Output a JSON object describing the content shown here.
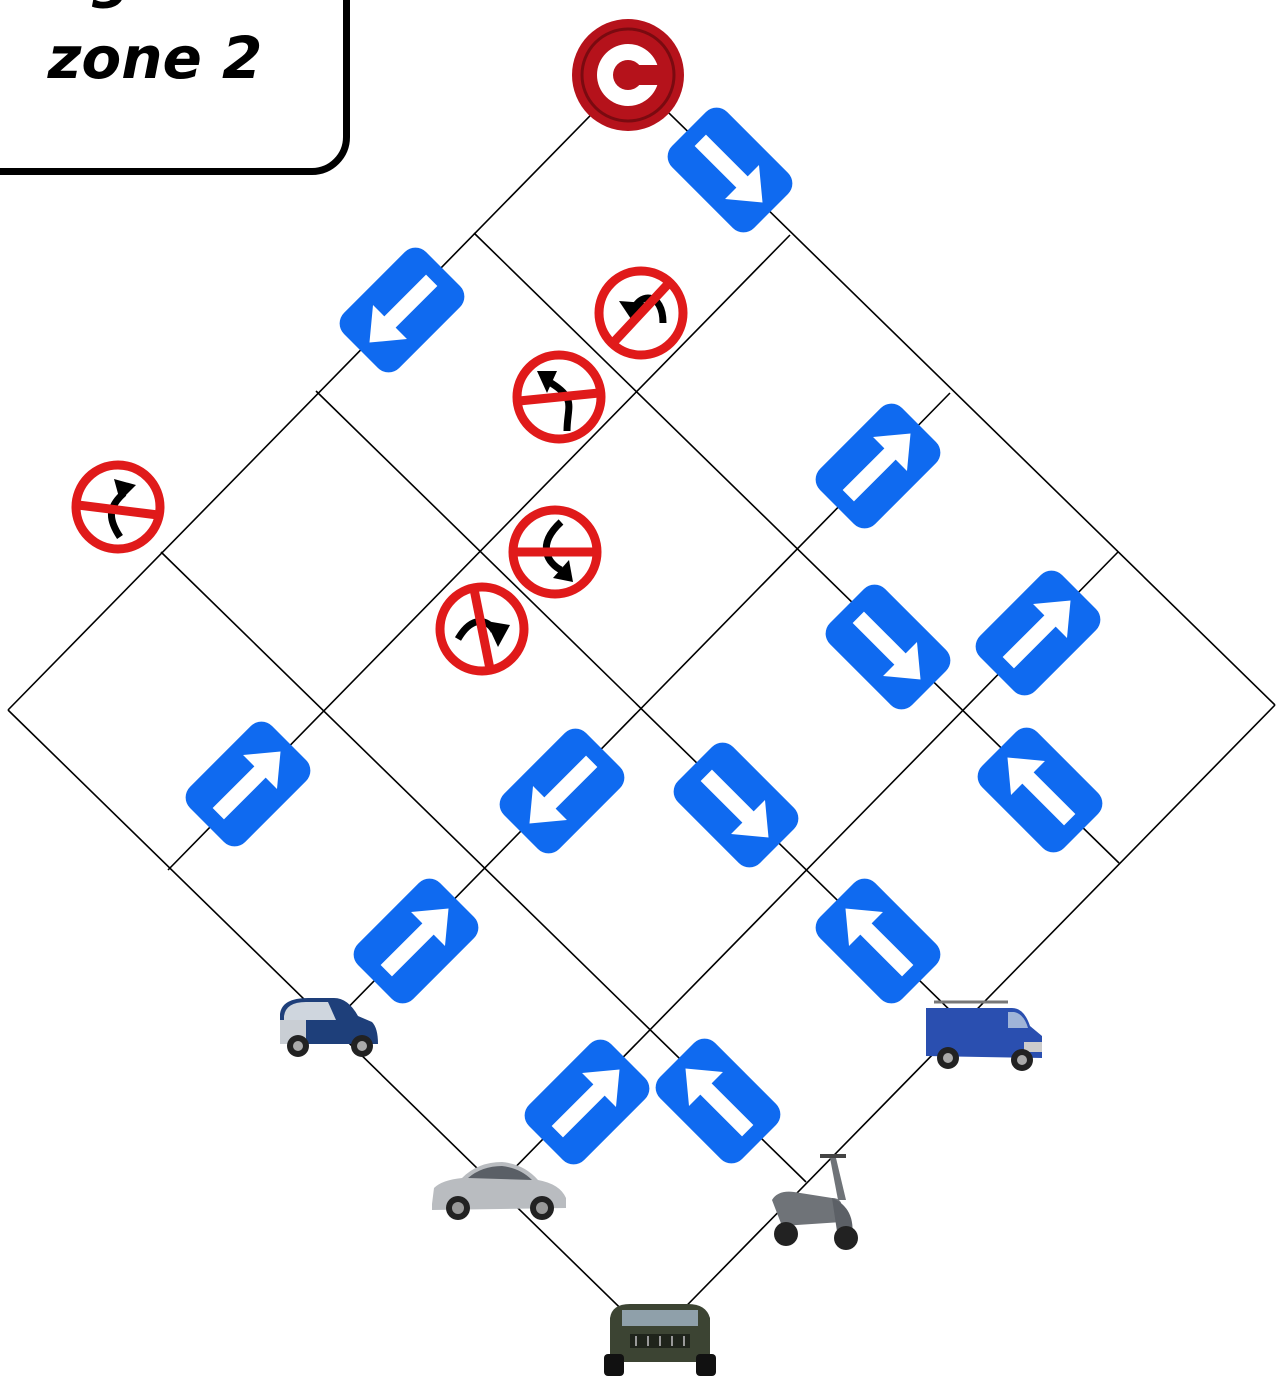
{
  "title": {
    "line1": "congestion",
    "line2": "zone 2"
  },
  "charge_sign": {
    "icon": "congestion-charge-c-icon",
    "letter": "C",
    "colors": {
      "ring": "#b5121b",
      "letter": "#ffffff"
    }
  },
  "road_grid": {
    "directions": "diamond lattice of one-way streets"
  },
  "one_way_signs": [
    {
      "icon": "one-way-arrow-icon",
      "direction": "down-right"
    },
    {
      "icon": "one-way-arrow-icon",
      "direction": "down-left"
    },
    {
      "icon": "one-way-arrow-icon",
      "direction": "up-right"
    },
    {
      "icon": "one-way-arrow-icon",
      "direction": "down-right"
    },
    {
      "icon": "one-way-arrow-icon",
      "direction": "up-right"
    },
    {
      "icon": "one-way-arrow-icon",
      "direction": "up-right"
    },
    {
      "icon": "one-way-arrow-icon",
      "direction": "down-left"
    },
    {
      "icon": "one-way-arrow-icon",
      "direction": "down-right"
    },
    {
      "icon": "one-way-arrow-icon",
      "direction": "up-left"
    },
    {
      "icon": "one-way-arrow-icon",
      "direction": "up-right"
    },
    {
      "icon": "one-way-arrow-icon",
      "direction": "up-left"
    },
    {
      "icon": "one-way-arrow-icon",
      "direction": "up-right"
    },
    {
      "icon": "one-way-arrow-icon",
      "direction": "up-left"
    }
  ],
  "no_turn_signs": [
    {
      "icon": "no-u-turn-icon"
    },
    {
      "icon": "no-left-turn-icon"
    },
    {
      "icon": "no-left-turn-icon"
    },
    {
      "icon": "no-turn-icon"
    },
    {
      "icon": "no-right-turn-icon"
    }
  ],
  "vehicles": [
    {
      "icon": "smart-car-icon",
      "color": "#1e3f7a"
    },
    {
      "icon": "van-icon",
      "color": "#2a4fb0"
    },
    {
      "icon": "sedan-car-icon",
      "color": "#b9bcc0"
    },
    {
      "icon": "scooter-icon",
      "color": "#6f7378"
    },
    {
      "icon": "suv-icon",
      "color": "#3c4433"
    }
  ],
  "colors": {
    "sign_blue": "#0f6af0",
    "prohibition_red": "#e01a1a",
    "line": "#000000"
  }
}
